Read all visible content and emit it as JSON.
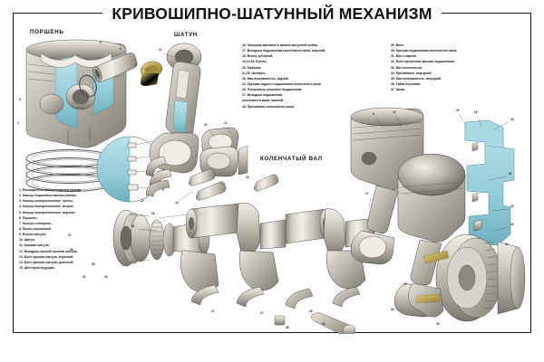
{
  "poster": {
    "title": "КРИВОШИПНО-ШАТУННЫЙ МЕХАНИЗМ",
    "border_color": "#111111",
    "background_color": "#ffffff"
  },
  "captions": {
    "piston": "ПОРШЕНЬ",
    "conrod": "ШАТУН",
    "crankshaft": "КОЛЕНЧАТЫЙ ВАЛ"
  },
  "palette": {
    "section_cyan": "#9fd4de",
    "section_cyan_dark": "#6fb3c2",
    "steel_light": "#e7e4db",
    "steel_mid": "#b9b5aa",
    "steel_dark": "#8a867c",
    "steel_shadow": "#6a665d",
    "brass": "#c9b25f",
    "brass_dark": "#9a8640",
    "outline": "#3a3d44",
    "text": "#14161c"
  },
  "legend_left": {
    "items": [
      "1. Расширитель маслосъёмного кольца.",
      "2. Кольцо поршневое маслосъёмное.",
      "3. Кольцо компрессионное, третье.",
      "4. Кольцо компрессионное, второе.",
      "5. Кольцо компрессионное, верхнее.",
      "6. Поршень.",
      "7. Кольцо стопорное.",
      "8. Палец поршневой.",
      "9. Втулка шатуна.",
      "10. Шатун.",
      "11. Крышка шатуна.",
      "12. Вкладыш нижней головки шатуна.",
      "13. Болт крышки шатуна, короткий.",
      "14. Болт крышки шатуна, длинный.",
      "15. Шестерня ведущая."
    ]
  },
  "legend_middle": {
    "items": [
      "16. Заглушка масляного канала шатунной шейки.",
      "17. Вкладыш подшипника коленчатого вала, верхний.",
      "18. Венец зубчатый.",
      "19,22,38. Болты.",
      "20. Маховик.",
      "21,25. Штифты.",
      "23. Маслоотражатель, задний.",
      "24. Крышка заднего подшипника коленчатого вала.",
      "26. Полукольцо упорного подшипника.",
      "27. Вкладыш подшипника",
      "коленчатого вала, нижний.",
      "28. Противовес коленчатого вала."
    ]
  },
  "legend_right": {
    "items": [
      "29. Винт.",
      "30. Крышка подшипника коленчатого вала.",
      "31. Вал стяжной.",
      "32. Болт крепления крышки подшипника.",
      "33. Вал коленчатый.",
      "34. Противовес, передний.",
      "35. Маслоотражатель, передний.",
      "36. Гайка болтовая.",
      "37. Шкив."
    ]
  },
  "callouts": {
    "piston_group": [
      "1",
      "2",
      "3",
      "4",
      "5",
      "6",
      "7",
      "8"
    ],
    "conrod_group": [
      "9",
      "10",
      "11",
      "12",
      "13",
      "14",
      "15"
    ],
    "crank_group": [
      "16",
      "17",
      "26",
      "27",
      "28",
      "31",
      "32",
      "33",
      "34",
      "35",
      "36",
      "37"
    ],
    "flywheel_group": [
      "18",
      "19",
      "20",
      "21",
      "22",
      "23",
      "24",
      "25",
      "29",
      "30",
      "38"
    ]
  }
}
